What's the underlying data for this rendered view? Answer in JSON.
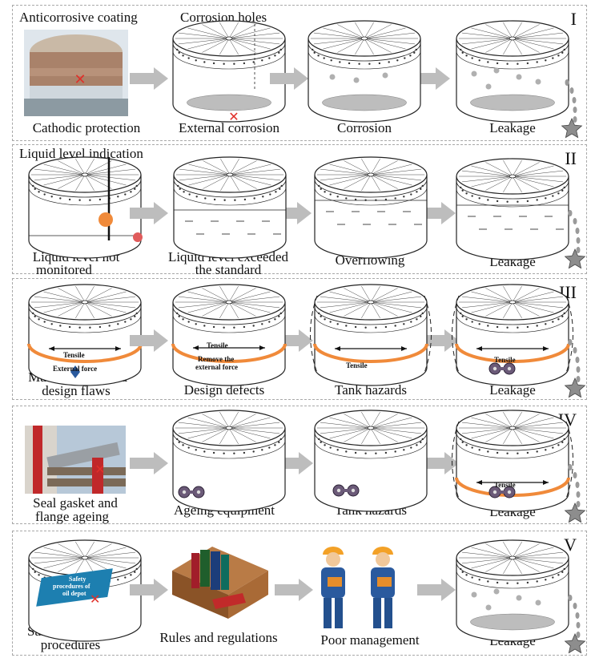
{
  "panels": [
    {
      "numeral": "I",
      "labels": {
        "top_left": "Anticorrosive coating",
        "top_mid": "Corrosion holes",
        "b1": "Cathodic protection",
        "b2": "External corrosion",
        "b3": "Corrosion",
        "b4": "Leakage"
      }
    },
    {
      "numeral": "II",
      "labels": {
        "top_left": "Liquid level indication",
        "b1a": "Liquid level not",
        "b1b": "monitored",
        "b2a": "Liquid level exceeded",
        "b2b": "the standard",
        "b3": "Overflowing",
        "b4": "Leakage"
      }
    },
    {
      "numeral": "III",
      "labels": {
        "b1a": "Material and weld",
        "b1b": "design flaws",
        "b2": "Design defects",
        "b3": "Tank hazards",
        "b4": "Leakage"
      },
      "annotations": {
        "tensile": "Tensile",
        "external_force": "External force",
        "remove_a": "Remove the",
        "remove_b": "external force"
      }
    },
    {
      "numeral": "IV",
      "labels": {
        "b1a": "Seal gasket and",
        "b1b": "flange ageing",
        "b2": "Ageing equipment",
        "b3": "Tank hazards",
        "b4": "Leakage"
      },
      "annotations": {
        "tensile": "Tensile"
      }
    },
    {
      "numeral": "V",
      "labels": {
        "b1a": "Safety operating",
        "b1b": "procedures",
        "b2": "Rules and regulations",
        "b3": "Poor management",
        "b4": "Leakage"
      },
      "annotations": {
        "sign_a": "Safety",
        "sign_b": "procedures of",
        "sign_c": "oil depot"
      }
    }
  ],
  "colors": {
    "arrow": "#bdbdbd",
    "orange": "#f08a3a",
    "cross": "#e0302a",
    "blue": "#2a5a9e",
    "sign": "#1d7fb0"
  }
}
